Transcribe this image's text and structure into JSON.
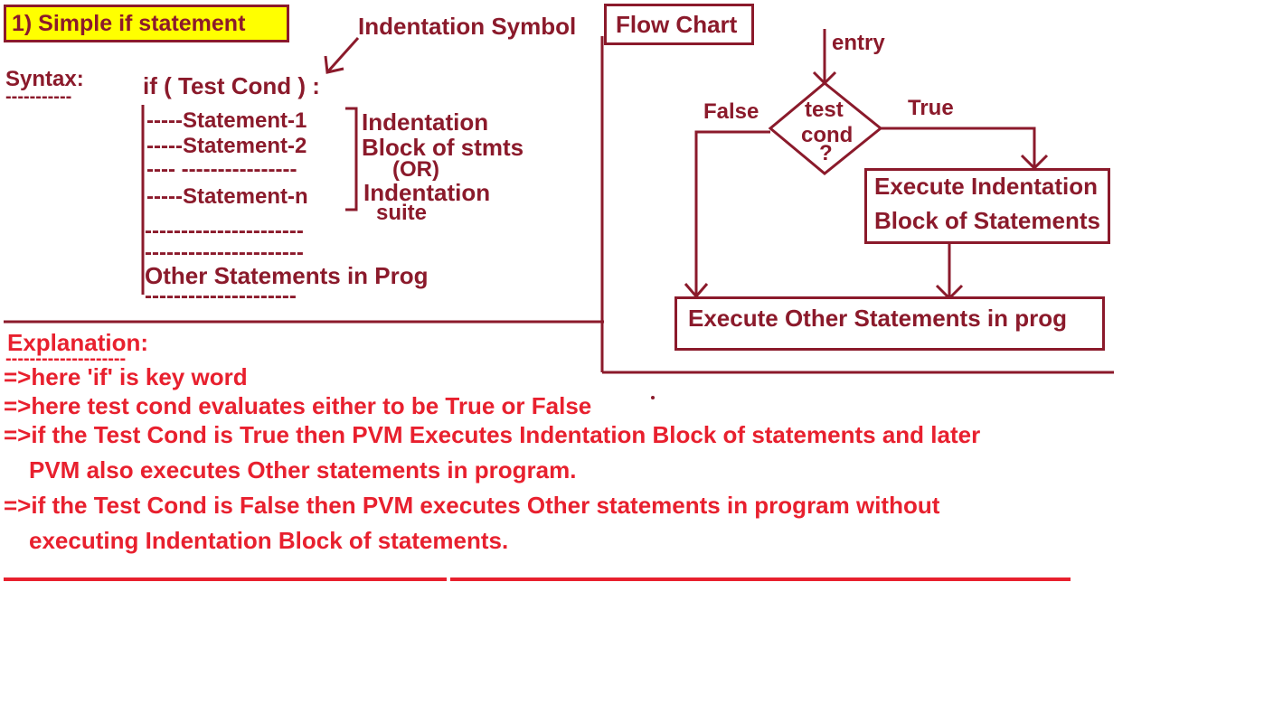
{
  "title": "1) Simple if statement",
  "syntax": {
    "label": "Syntax:",
    "label_underline": "-----------",
    "indent_symbol_label": "Indentation Symbol",
    "if_line": "if ( Test Cond ) :",
    "statements": [
      "-----Statement-1",
      "-----Statement-2",
      "---- ----------------",
      "-----Statement-n"
    ],
    "brace_notes": [
      "Indentation",
      "Block of stmts",
      "(OR)",
      "Indentation",
      "suite"
    ],
    "dash_lines": [
      "----------------------",
      "----------------------"
    ],
    "other_statements": "Other Statements in Prog",
    "dash_line_bottom": "---------------------"
  },
  "flowchart": {
    "title": "Flow Chart",
    "entry": "entry",
    "decision": [
      "test",
      "cond",
      "?"
    ],
    "false_label": "False",
    "true_label": "True",
    "exec_block": [
      "Execute Indentation",
      "Block of Statements"
    ],
    "exec_other": "Execute Other Statements in prog"
  },
  "explanation": {
    "heading": "Explanation:",
    "heading_underline": "--------------------",
    "lines": [
      "=>here 'if' is key word",
      "=>here test cond evaluates either to be  True or False",
      "=>if the Test Cond is True then PVM Executes Indentation Block of statements and later",
      "PVM also executes Other statements in program.",
      "=>if the Test Cond is False then PVM  executes Other statements in program without",
      "executing  Indentation Block of statements."
    ]
  },
  "colors": {
    "maroon": "#8b1a2b",
    "red": "#e8202e",
    "highlight": "#ffff00"
  }
}
